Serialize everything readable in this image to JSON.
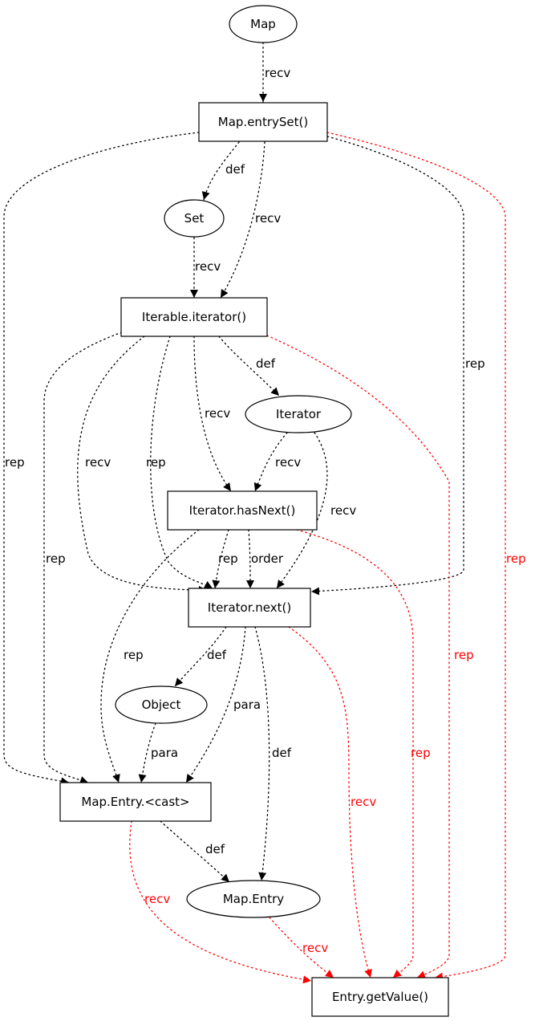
{
  "colors": {
    "default": "#000000",
    "highlight": "#ff0000"
  },
  "nodes": {
    "map": "Map",
    "map_entryset": "Map.entrySet()",
    "set": "Set",
    "iterable_iterator": "Iterable.iterator()",
    "iterator": "Iterator",
    "iterator_hasnext": "Iterator.hasNext()",
    "iterator_next": "Iterator.next()",
    "object": "Object",
    "map_entry_cast": "Map.Entry.<cast>",
    "map_entry": "Map.Entry",
    "entry_getvalue": "Entry.getValue()"
  },
  "edges": [
    {
      "from": "map",
      "to": "map_entryset",
      "label": "recv",
      "color": "default"
    },
    {
      "from": "map_entryset",
      "to": "set",
      "label": "def",
      "color": "default"
    },
    {
      "from": "map_entryset",
      "to": "iterable_iterator",
      "label": "recv",
      "color": "default"
    },
    {
      "from": "set",
      "to": "iterable_iterator",
      "label": "recv",
      "color": "default"
    },
    {
      "from": "map_entryset",
      "to": "map_entry_cast",
      "label": "rep",
      "color": "default"
    },
    {
      "from": "map_entryset",
      "to": "iterator_next",
      "label": "rep",
      "color": "default"
    },
    {
      "from": "map_entryset",
      "to": "entry_getvalue",
      "label": "rep",
      "color": "highlight"
    },
    {
      "from": "iterable_iterator",
      "to": "iterator",
      "label": "def",
      "color": "default"
    },
    {
      "from": "iterable_iterator",
      "to": "iterator_hasnext",
      "label": "recv",
      "color": "default"
    },
    {
      "from": "iterable_iterator",
      "to": "iterator_next",
      "label": "recv",
      "color": "default"
    },
    {
      "from": "iterable_iterator",
      "to": "iterator_next",
      "label": "rep",
      "color": "default"
    },
    {
      "from": "iterable_iterator",
      "to": "map_entry_cast",
      "label": "rep",
      "color": "default"
    },
    {
      "from": "iterable_iterator",
      "to": "entry_getvalue",
      "label": "rep",
      "color": "highlight"
    },
    {
      "from": "iterator",
      "to": "iterator_hasnext",
      "label": "recv",
      "color": "default"
    },
    {
      "from": "iterator",
      "to": "iterator_next",
      "label": "recv",
      "color": "default"
    },
    {
      "from": "iterator_hasnext",
      "to": "iterator_next",
      "label": "rep",
      "color": "default"
    },
    {
      "from": "iterator_hasnext",
      "to": "iterator_next",
      "label": "order",
      "color": "default"
    },
    {
      "from": "iterator_hasnext",
      "to": "map_entry_cast",
      "label": "rep",
      "color": "default"
    },
    {
      "from": "iterator_hasnext",
      "to": "entry_getvalue",
      "label": "rep",
      "color": "highlight"
    },
    {
      "from": "iterator_next",
      "to": "object",
      "label": "def",
      "color": "default"
    },
    {
      "from": "iterator_next",
      "to": "map_entry_cast",
      "label": "para",
      "color": "default"
    },
    {
      "from": "iterator_next",
      "to": "map_entry",
      "label": "def",
      "color": "default"
    },
    {
      "from": "iterator_next",
      "to": "entry_getvalue",
      "label": "recv",
      "color": "highlight"
    },
    {
      "from": "object",
      "to": "map_entry_cast",
      "label": "para",
      "color": "default"
    },
    {
      "from": "map_entry_cast",
      "to": "map_entry",
      "label": "def",
      "color": "default"
    },
    {
      "from": "map_entry_cast",
      "to": "entry_getvalue",
      "label": "recv",
      "color": "highlight"
    },
    {
      "from": "map_entry",
      "to": "entry_getvalue",
      "label": "recv",
      "color": "highlight"
    }
  ]
}
